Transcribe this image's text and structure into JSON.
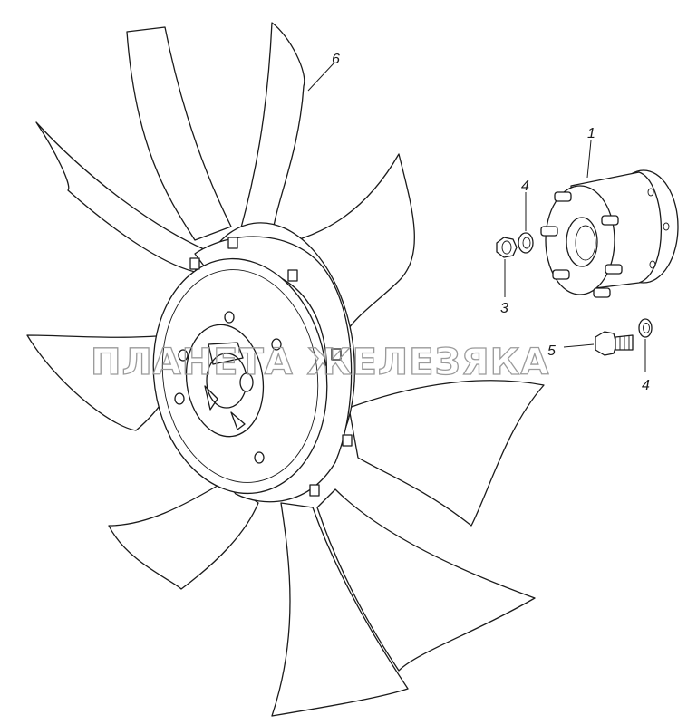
{
  "diagram": {
    "callouts": {
      "hub": "1",
      "nut": "3",
      "washer_upper": "4",
      "bolt": "5",
      "washer_lower": "4",
      "fan": "6"
    },
    "watermark": "ПЛАНЕТА ЖЕЛЕЗЯКА",
    "colors": {
      "line": "#1a1a1a",
      "background": "#ffffff",
      "watermark": "#9a9a9a"
    }
  }
}
